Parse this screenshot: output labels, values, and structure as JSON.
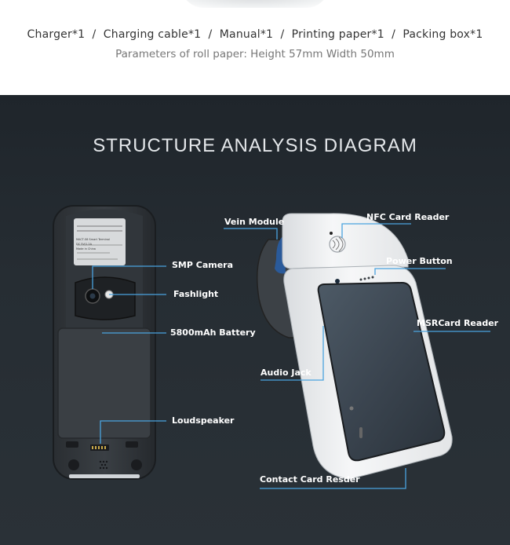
{
  "accessories_line": "Charger*1  /  Charging cable*1  /  Manual*1  /  Printing paper*1  /  Packing box*1",
  "paper_line": "Parameters of roll paper: Height 57mm  Width 50mm",
  "diagram": {
    "title": "STRUCTURE ANALYSIS DIAGRAM",
    "callouts_back": {
      "smp_camera": "SMP Camera",
      "flashlight": "Fashlight",
      "battery": "5800mAh Battery",
      "loudspeaker": "Loudspeaker"
    },
    "callouts_front": {
      "vein_module": "Vein Module",
      "nfc_reader": "NFC Card Reader",
      "power_button": "Power Button",
      "msr_reader": "MSRCard Reader",
      "audio_jack": "Audio Jack",
      "contact_reader": "Contact Card Resder"
    },
    "label_sticker": {
      "line1": "MACT-S6 Smart Terminal",
      "line2": "DC 5V/1.2A",
      "line3": "Made in China"
    }
  },
  "colors": {
    "callout_line": "#4aa3df",
    "background_dark": "#252c32",
    "device_body": "#f1f2f3",
    "device_back": "#2f3337"
  }
}
